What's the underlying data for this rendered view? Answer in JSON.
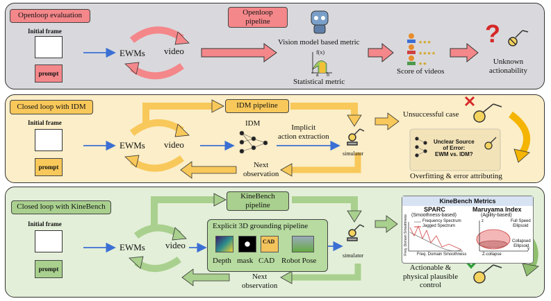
{
  "openloop": {
    "title": "Openloop evaluation",
    "pipeline": "Openloop\npipeline",
    "initial_frame": "Initial frame",
    "prompt": "prompt",
    "ewms": "EWMs",
    "video": "video",
    "vision_metric": "Vision model based metric",
    "statistical_metric": "Statistical metric",
    "score": "Score of videos",
    "unknown": "Unknown\nactionability",
    "question_mark": "?",
    "fx": "f(x)",
    "a": "a",
    "b": "b"
  },
  "idm": {
    "title": "Closed loop with IDM",
    "pipeline": "IDM pipeline",
    "initial_frame": "Initial frame",
    "prompt": "prompt",
    "ewms": "EWMs",
    "video": "video",
    "idm_label": "IDM",
    "implicit": "Implicit\naction extraction",
    "simulator": "simulator",
    "next_obs": "Next\nobservation",
    "unsuccessful": "Unsuccessful case",
    "unclear": "Unclear Source\nof Error:\nEWM vs. IDM?",
    "overfitting": "Overfitting & error attributing"
  },
  "kine": {
    "title": "Closed loop with KineBench",
    "pipeline": "KineBench\npipeline",
    "initial_frame": "Initial frame",
    "prompt": "prompt",
    "ewms": "EWMs",
    "video": "video",
    "grounding": "Explicit 3D grounding pipeline",
    "depth": "Depth",
    "mask": "mask",
    "cad": "CAD",
    "robot_pose": "Robot Pose",
    "simulator": "simulator",
    "next_obs": "Next\nobservation",
    "actionable": "Actionable &\nphysical plausible\ncontrol",
    "metrics_title": "KineBench Metrics",
    "sparc": "SPARC",
    "sparc_sub": "(Smoothness-based)",
    "maruyama": "Maruyama Index",
    "maruyama_sub": "(Agility-based)",
    "freq_spectrum": "Frequency Spectrum",
    "jagged_spectrum": "Jagged Spectrum",
    "freq_domain_y": "Freq. Domain Smoothness",
    "freq_domain_x": "Freq. Domain Smoothness",
    "full_speed": "Full Speed\nEllipsoid",
    "collapsed": "Collapsed\nEllipsoid",
    "z_axis": "z",
    "y_axis": "y",
    "z_collapse": "Z-collapse",
    "cad_badge": "CAD"
  },
  "colors": {
    "red": "#f4878a",
    "yellow": "#f8c85a",
    "green": "#a9d08e",
    "arrow_blue": "#3b6fd4"
  }
}
